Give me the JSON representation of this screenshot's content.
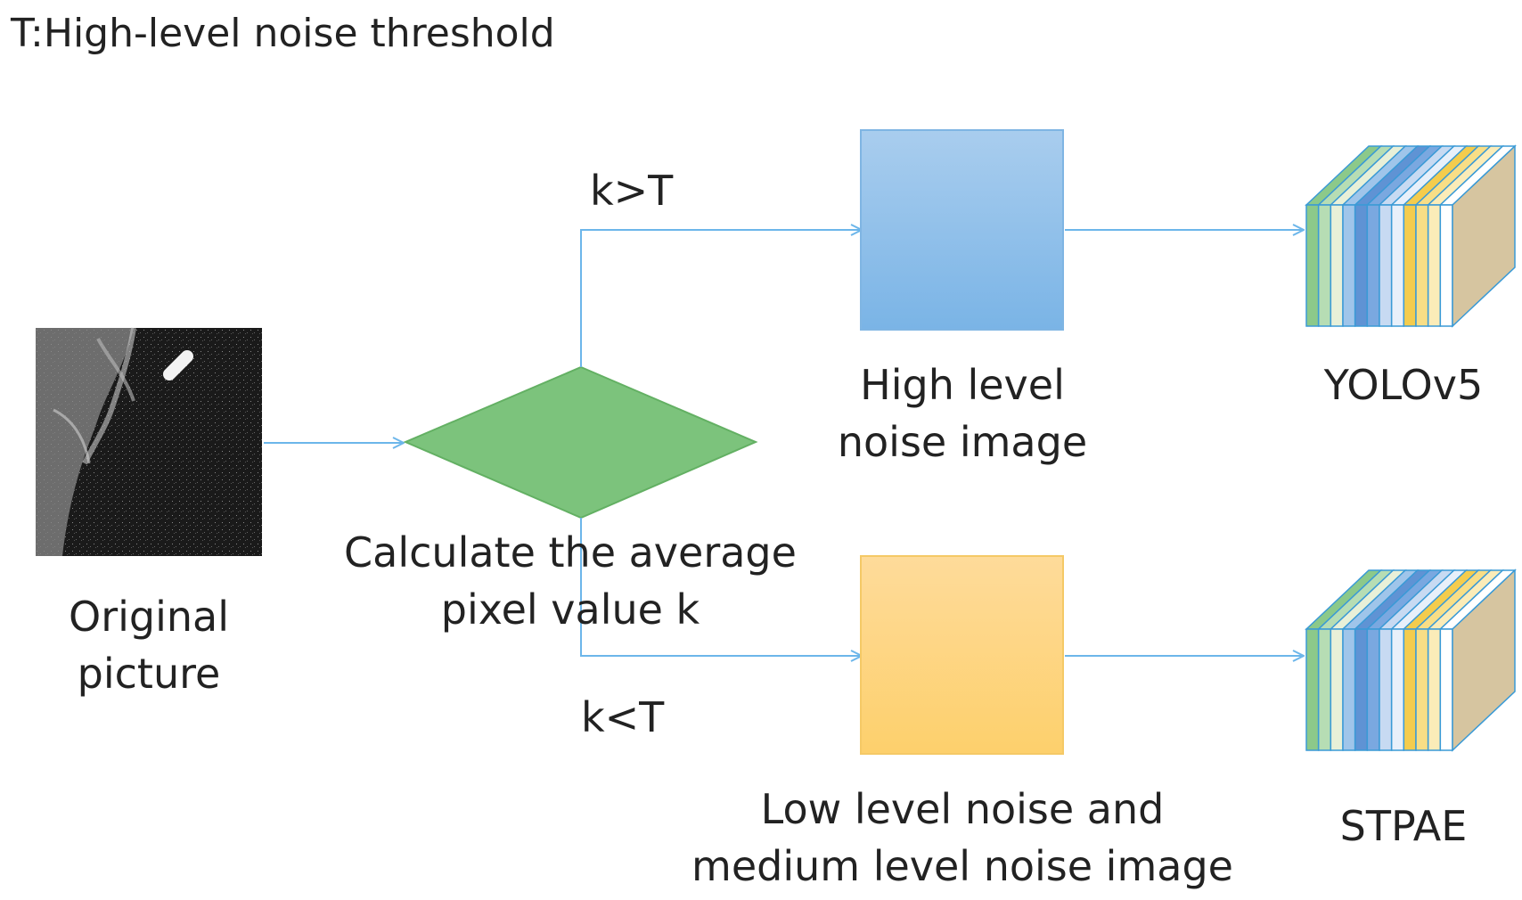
{
  "diagram": {
    "legend": "T:High-level noise threshold",
    "original": {
      "label_lines": [
        "Original",
        "picture"
      ]
    },
    "decision": {
      "label_lines": [
        "Calculate the average",
        "pixel value k"
      ],
      "color": "#6fbe6f"
    },
    "branches": {
      "upper_condition": "k>T",
      "lower_condition": "k<T"
    },
    "high_noise": {
      "label_lines": [
        "High level",
        "noise image"
      ],
      "color": "#8bbde8"
    },
    "low_noise": {
      "label_lines": [
        "Low level noise and",
        "medium level noise image"
      ],
      "color": "#fdd27a"
    },
    "models": {
      "upper": "YOLOv5",
      "lower": "STPAE"
    },
    "colors": {
      "arrow": "#6cb6ea",
      "cube_top": "#d9e4ee",
      "cube_side": "#d6c5a0",
      "cube_edge": "#3a9ad6",
      "slice_palette": [
        "#8cc98a",
        "#b6ddb4",
        "#e8f0d8",
        "#9fc5ea",
        "#5f93d4",
        "#7aa8e0",
        "#c7daf2",
        "#e8f0fa",
        "#f4cc4d",
        "#f8de86",
        "#fbecb8",
        "#ffffff"
      ]
    }
  }
}
